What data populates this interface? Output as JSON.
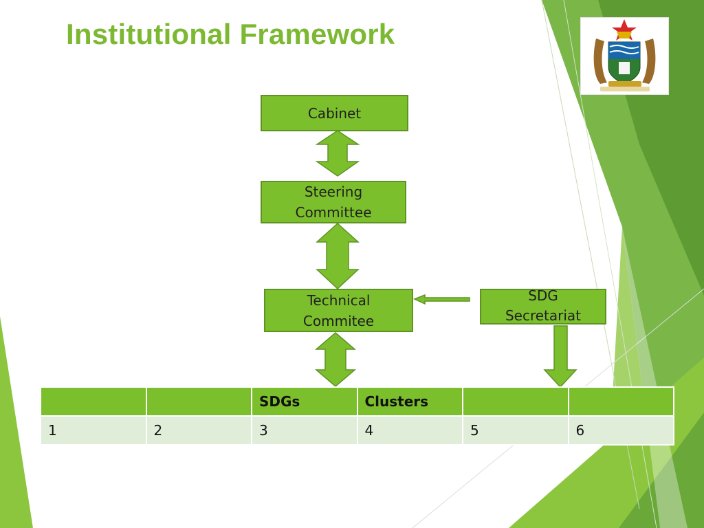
{
  "slide": {
    "title": "Institutional Framework",
    "emblem": "zimbabwe-coat-of-arms",
    "accent_color": "#7cb832",
    "node_fill": "#7cbf2c",
    "node_border": "#5e9324",
    "arrow_color": "#7cbf2c"
  },
  "nodes": {
    "cabinet": "Cabinet",
    "steering": "Steering\nCommittee",
    "technical": "Technical\nCommitee",
    "secretariat": "SDG\nSecretariat"
  },
  "table": {
    "header": [
      "",
      "",
      "SDGs",
      "Clusters",
      "",
      ""
    ],
    "row": [
      "1",
      "2",
      "3",
      "4",
      "5",
      "6"
    ]
  }
}
